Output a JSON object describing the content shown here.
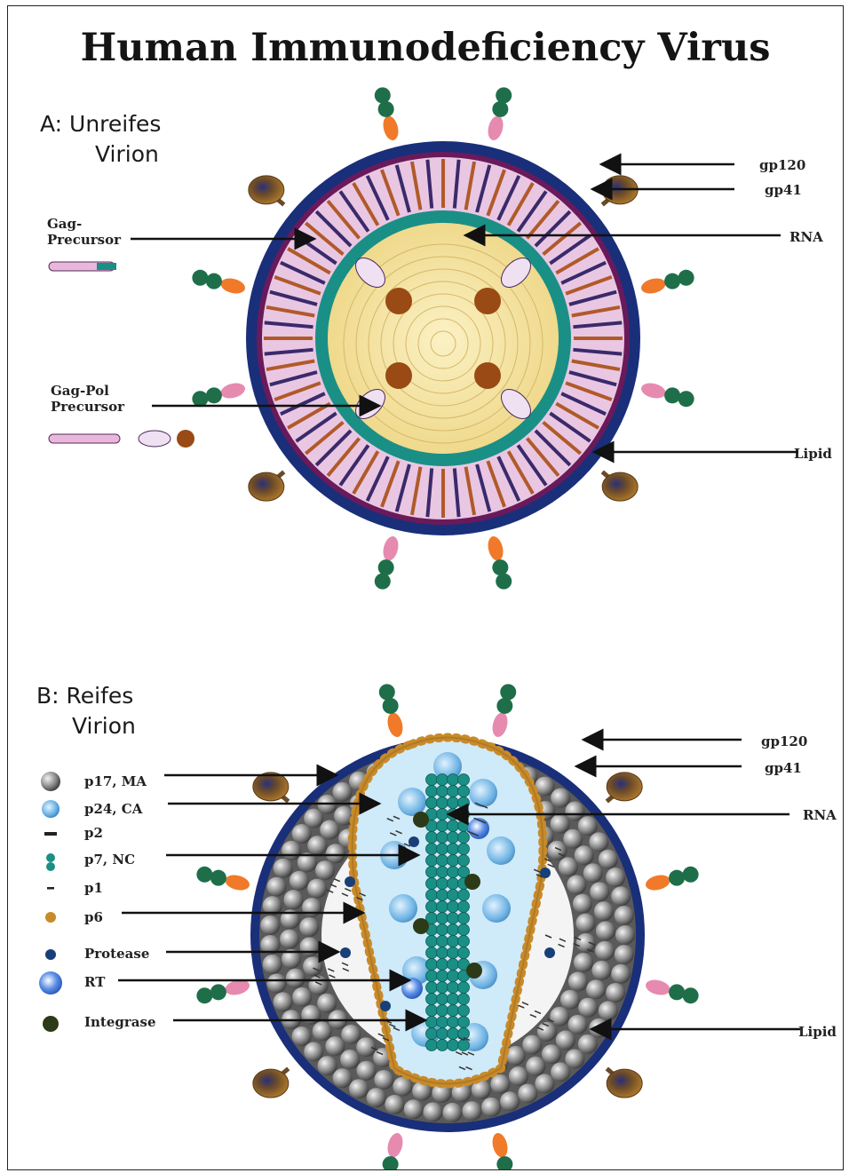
{
  "title": "Human Immunodeficiency Virus",
  "panel_a": {
    "heading_line1": "A: Unreifes",
    "heading_line2": "Virion",
    "labels": {
      "gag_line1": "Gag-",
      "gag_line2": "Precursor",
      "gagpol_line1": "Gag-Pol",
      "gagpol_line2": "Precursor",
      "gp120": "gp120",
      "gp41": "gp41",
      "rna": "RNA",
      "lipid": "Lipid"
    }
  },
  "panel_b": {
    "heading_line1": "B: Reifes",
    "heading_line2": "Virion",
    "legend": [
      "p17, MA",
      "p24, CA",
      "p2",
      "p7, NC",
      "p1",
      "p6",
      "Protease",
      "RT",
      "Integrase"
    ],
    "labels": {
      "gp120": "gp120",
      "gp41": "gp41",
      "rna": "RNA",
      "lipid": "Lipid"
    }
  },
  "colors": {
    "envelope": "#1a2f7a",
    "matrix_pink": "#e9c7e3",
    "capsid_teal": "#1a8f86",
    "core_yellow": "#f5e7a8",
    "gp120_brown": "#8a5a1e",
    "gp41_orange": "#f07a2a",
    "spike_green": "#1e6e4a",
    "ma_gray": "#8a8a8a",
    "ca_blue": "#6fb6e8",
    "p6_gold": "#c88a2a",
    "protease_navy": "#183f78",
    "integrase_dark": "#2d3a18"
  }
}
